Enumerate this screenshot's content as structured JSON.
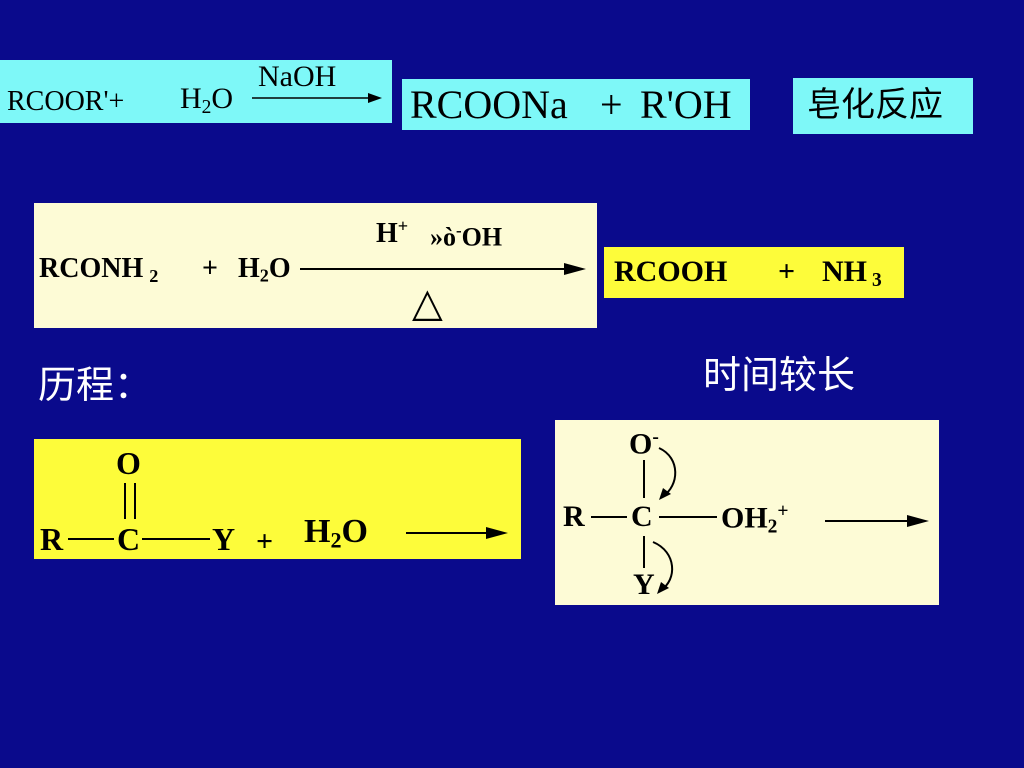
{
  "saponification": {
    "reactant_1": "RCOOR'",
    "plus_1": "+",
    "water_H": "H",
    "water_sub": "2",
    "water_O": "O",
    "condition": "NaOH",
    "product_1": "RCOONa",
    "plus_2": "+",
    "product_2": "R'OH",
    "label": "皂化反应"
  },
  "amide_hydrolysis": {
    "reactant": "RCONH",
    "reactant_sub": "2",
    "plus": "+",
    "water_H": "H",
    "water_sub": "2",
    "water_O": "O",
    "catalyst_acid": "H",
    "catalyst_acid_sup": "+",
    "catalyst_base_prefix": "»ò",
    "catalyst_base_sup": "-",
    "catalyst_base": "OH",
    "heat_symbol": "△",
    "product_1": "RCOOH",
    "plus_2": "+",
    "product_2": "NH",
    "product_2_sub": "3"
  },
  "mechanism": {
    "heading": "历程：",
    "note": "时间较长",
    "acyl": {
      "O": "O",
      "R": "R",
      "C": "C",
      "Y": "Y",
      "plus": "+",
      "water_H": "H",
      "water_sub": "2",
      "water_O": "O"
    },
    "intermediate": {
      "O": "O",
      "O_charge": "-",
      "R": "R",
      "C": "C",
      "OH": "OH",
      "OH_sub": "2",
      "OH_charge": "+",
      "Y": "Y"
    }
  },
  "colors": {
    "background": "#0a0a8c",
    "cyan_box": "#7ef8f8",
    "light_yellow_box": "#fdfbd6",
    "yellow_box": "#fdfc3a"
  }
}
